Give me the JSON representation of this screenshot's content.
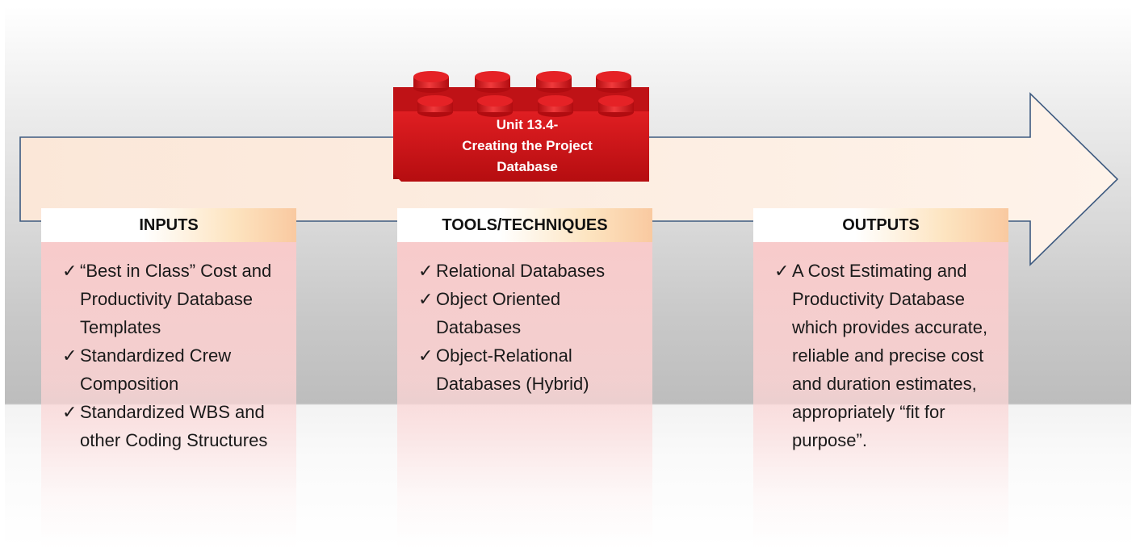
{
  "brick": {
    "line1": "Unit 13.4-",
    "line2": "Creating the Project",
    "line3": "Database"
  },
  "check_symbol": "✓",
  "boxes": {
    "inputs": {
      "title": "INPUTS",
      "items": [
        "“Best in Class” Cost and Productivity Database Templates",
        "Standardized Crew Composition",
        "Standardized WBS and other Coding Structures"
      ]
    },
    "tools": {
      "title": "TOOLS/TECHNIQUES",
      "items": [
        "Relational Databases",
        "Object Oriented Databases",
        "Object-Relational Databases (Hybrid)"
      ]
    },
    "outputs": {
      "title": "OUTPUTS",
      "items": [
        "A Cost Estimating and Productivity Database which provides accurate, reliable and precise cost and duration estimates, appropriately “fit for purpose”."
      ]
    }
  },
  "colors": {
    "brick": "#d81418",
    "arrow_fill": "#fdeee2",
    "arrow_stroke": "#3d5a80"
  }
}
